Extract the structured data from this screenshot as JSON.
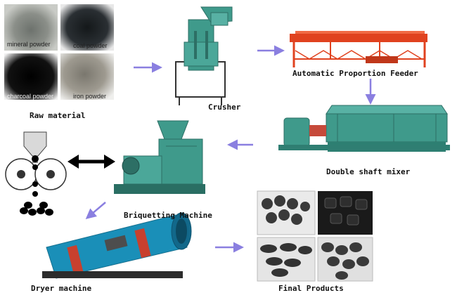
{
  "raw_material": {
    "label": "Raw material",
    "tiles": [
      {
        "caption": "mineral powder",
        "color": "#7b7f7a"
      },
      {
        "caption": "coal powder",
        "color": "#1f2427"
      },
      {
        "caption": "charcoal powder",
        "color": "#0c0c0c"
      },
      {
        "caption": "iron powder",
        "color": "#8d8a80"
      }
    ]
  },
  "steps": {
    "crusher": "Crusher",
    "feeder": "Automatic Proportion Feeder",
    "mixer": "Double shaft mixer",
    "briquetting": "Briquetting Machine",
    "dryer": "Dryer machine",
    "products": "Final Products"
  },
  "colors": {
    "machine_green": "#3f9a8b",
    "feeder_red": "#e0421f",
    "dryer_blue": "#1a8fb8",
    "arrow": "#8a7fe0"
  }
}
